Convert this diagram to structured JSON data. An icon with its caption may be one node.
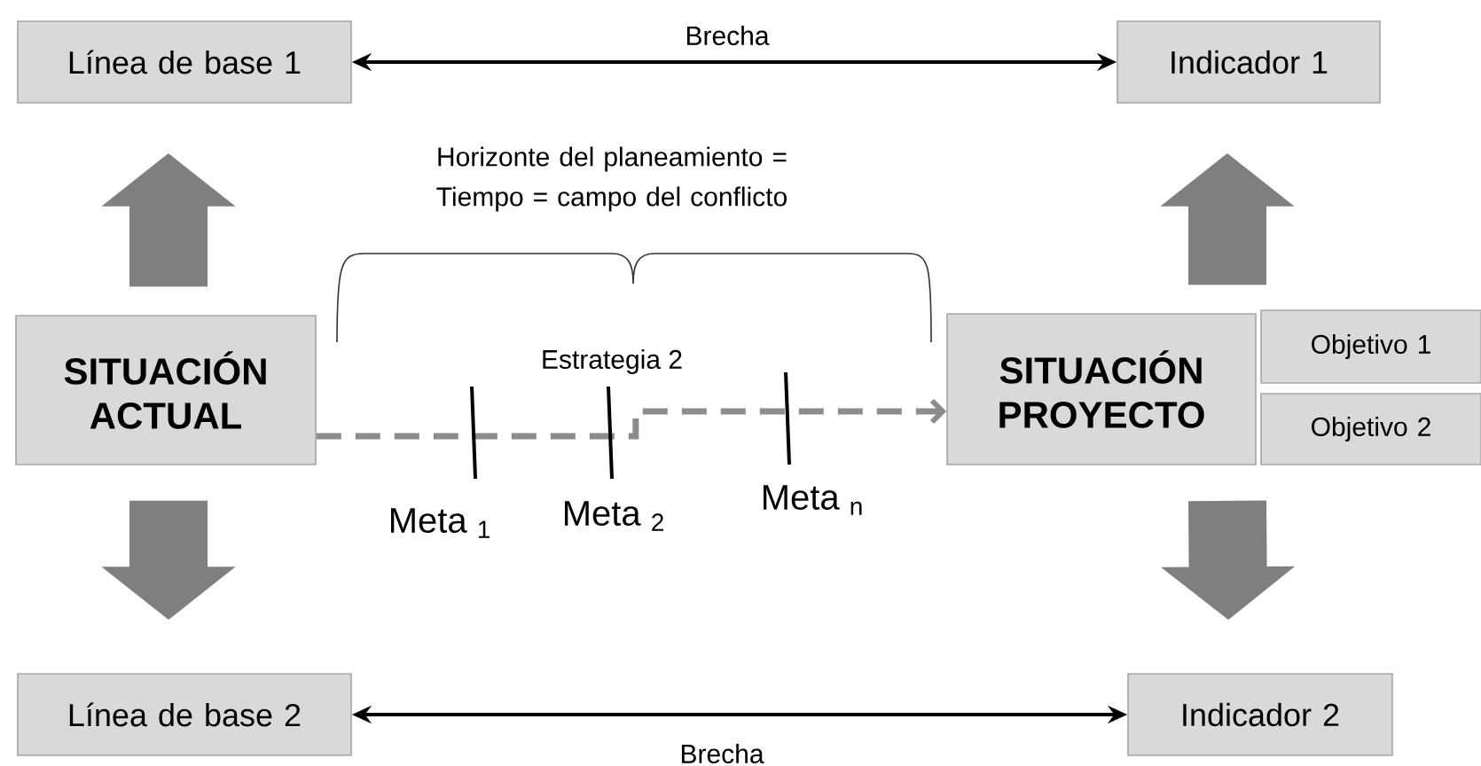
{
  "diagram": {
    "nodes": [
      {
        "text": [
          "Línea de base 1"
        ]
      },
      {
        "text": [
          "Indicador 1"
        ]
      },
      {
        "text": [
          "SITUACIÓN ACTUAL"
        ]
      },
      {
        "text": [
          "SITUACIÓN PROYECTO"
        ]
      },
      {
        "text": [
          "Objetivo 1"
        ]
      },
      {
        "text": [
          "Objetivo 2"
        ]
      },
      {
        "text": [
          "Línea de base 2"
        ]
      },
      {
        "text": [
          "Indicador 2"
        ]
      }
    ],
    "edges": [
      {
        "from": 0,
        "to": 1,
        "arrow": "both",
        "label": "Brecha",
        "color": "#000000"
      },
      {
        "from": 6,
        "to": 7,
        "arrow": "both",
        "label": "Brecha",
        "color": "#000000"
      },
      {
        "from": 2,
        "to": 3,
        "arrow": "to",
        "label": "Estrategia 2",
        "style": "dashed",
        "color": "#8c8c8c"
      },
      {
        "from": 2,
        "to": 0,
        "arrow": "to",
        "color": "#7f7f7f"
      },
      {
        "from": 2,
        "to": 6,
        "arrow": "to",
        "color": "#7f7f7f"
      },
      {
        "from": 3,
        "to": 1,
        "arrow": "to",
        "color": "#7f7f7f"
      },
      {
        "from": 3,
        "to": 7,
        "arrow": "to",
        "color": "#7f7f7f"
      }
    ],
    "labels": [
      "Horizonte del planeamiento = Tiempo = campo del conflicto",
      "Meta $_{1}$",
      "Meta $_{2}$",
      "Meta $_{n}$"
    ]
  }
}
